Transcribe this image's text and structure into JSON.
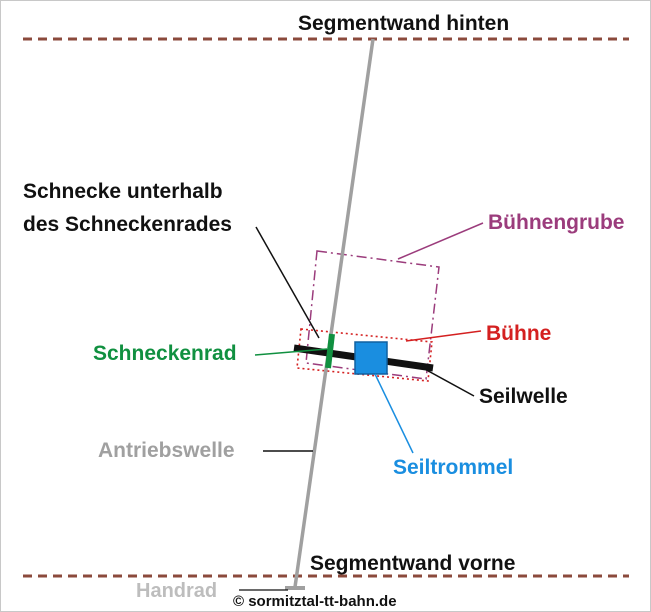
{
  "labels": {
    "wall_back": "Segmentwand hinten",
    "wall_front": "Segmentwand vorne",
    "worm_below_line1": "Schnecke unterhalb",
    "worm_below_line2": "des Schneckenrades",
    "pit": "Bühnengrube",
    "platform": "Bühne",
    "worm_wheel": "Schneckenrad",
    "rope_shaft": "Seilwelle",
    "drive_shaft": "Antriebswelle",
    "rope_drum": "Seiltrommel",
    "handwheel": "Handrad",
    "copyright": "© sormitztal-tt-bahn.de"
  },
  "colors": {
    "wall": "#8b4a3c",
    "black": "#111111",
    "pit": "#9b3c7c",
    "platform": "#d42020",
    "worm_wheel": "#109040",
    "drive_shaft": "#a0a0a0",
    "rope_drum": "#1a8ee0"
  }
}
